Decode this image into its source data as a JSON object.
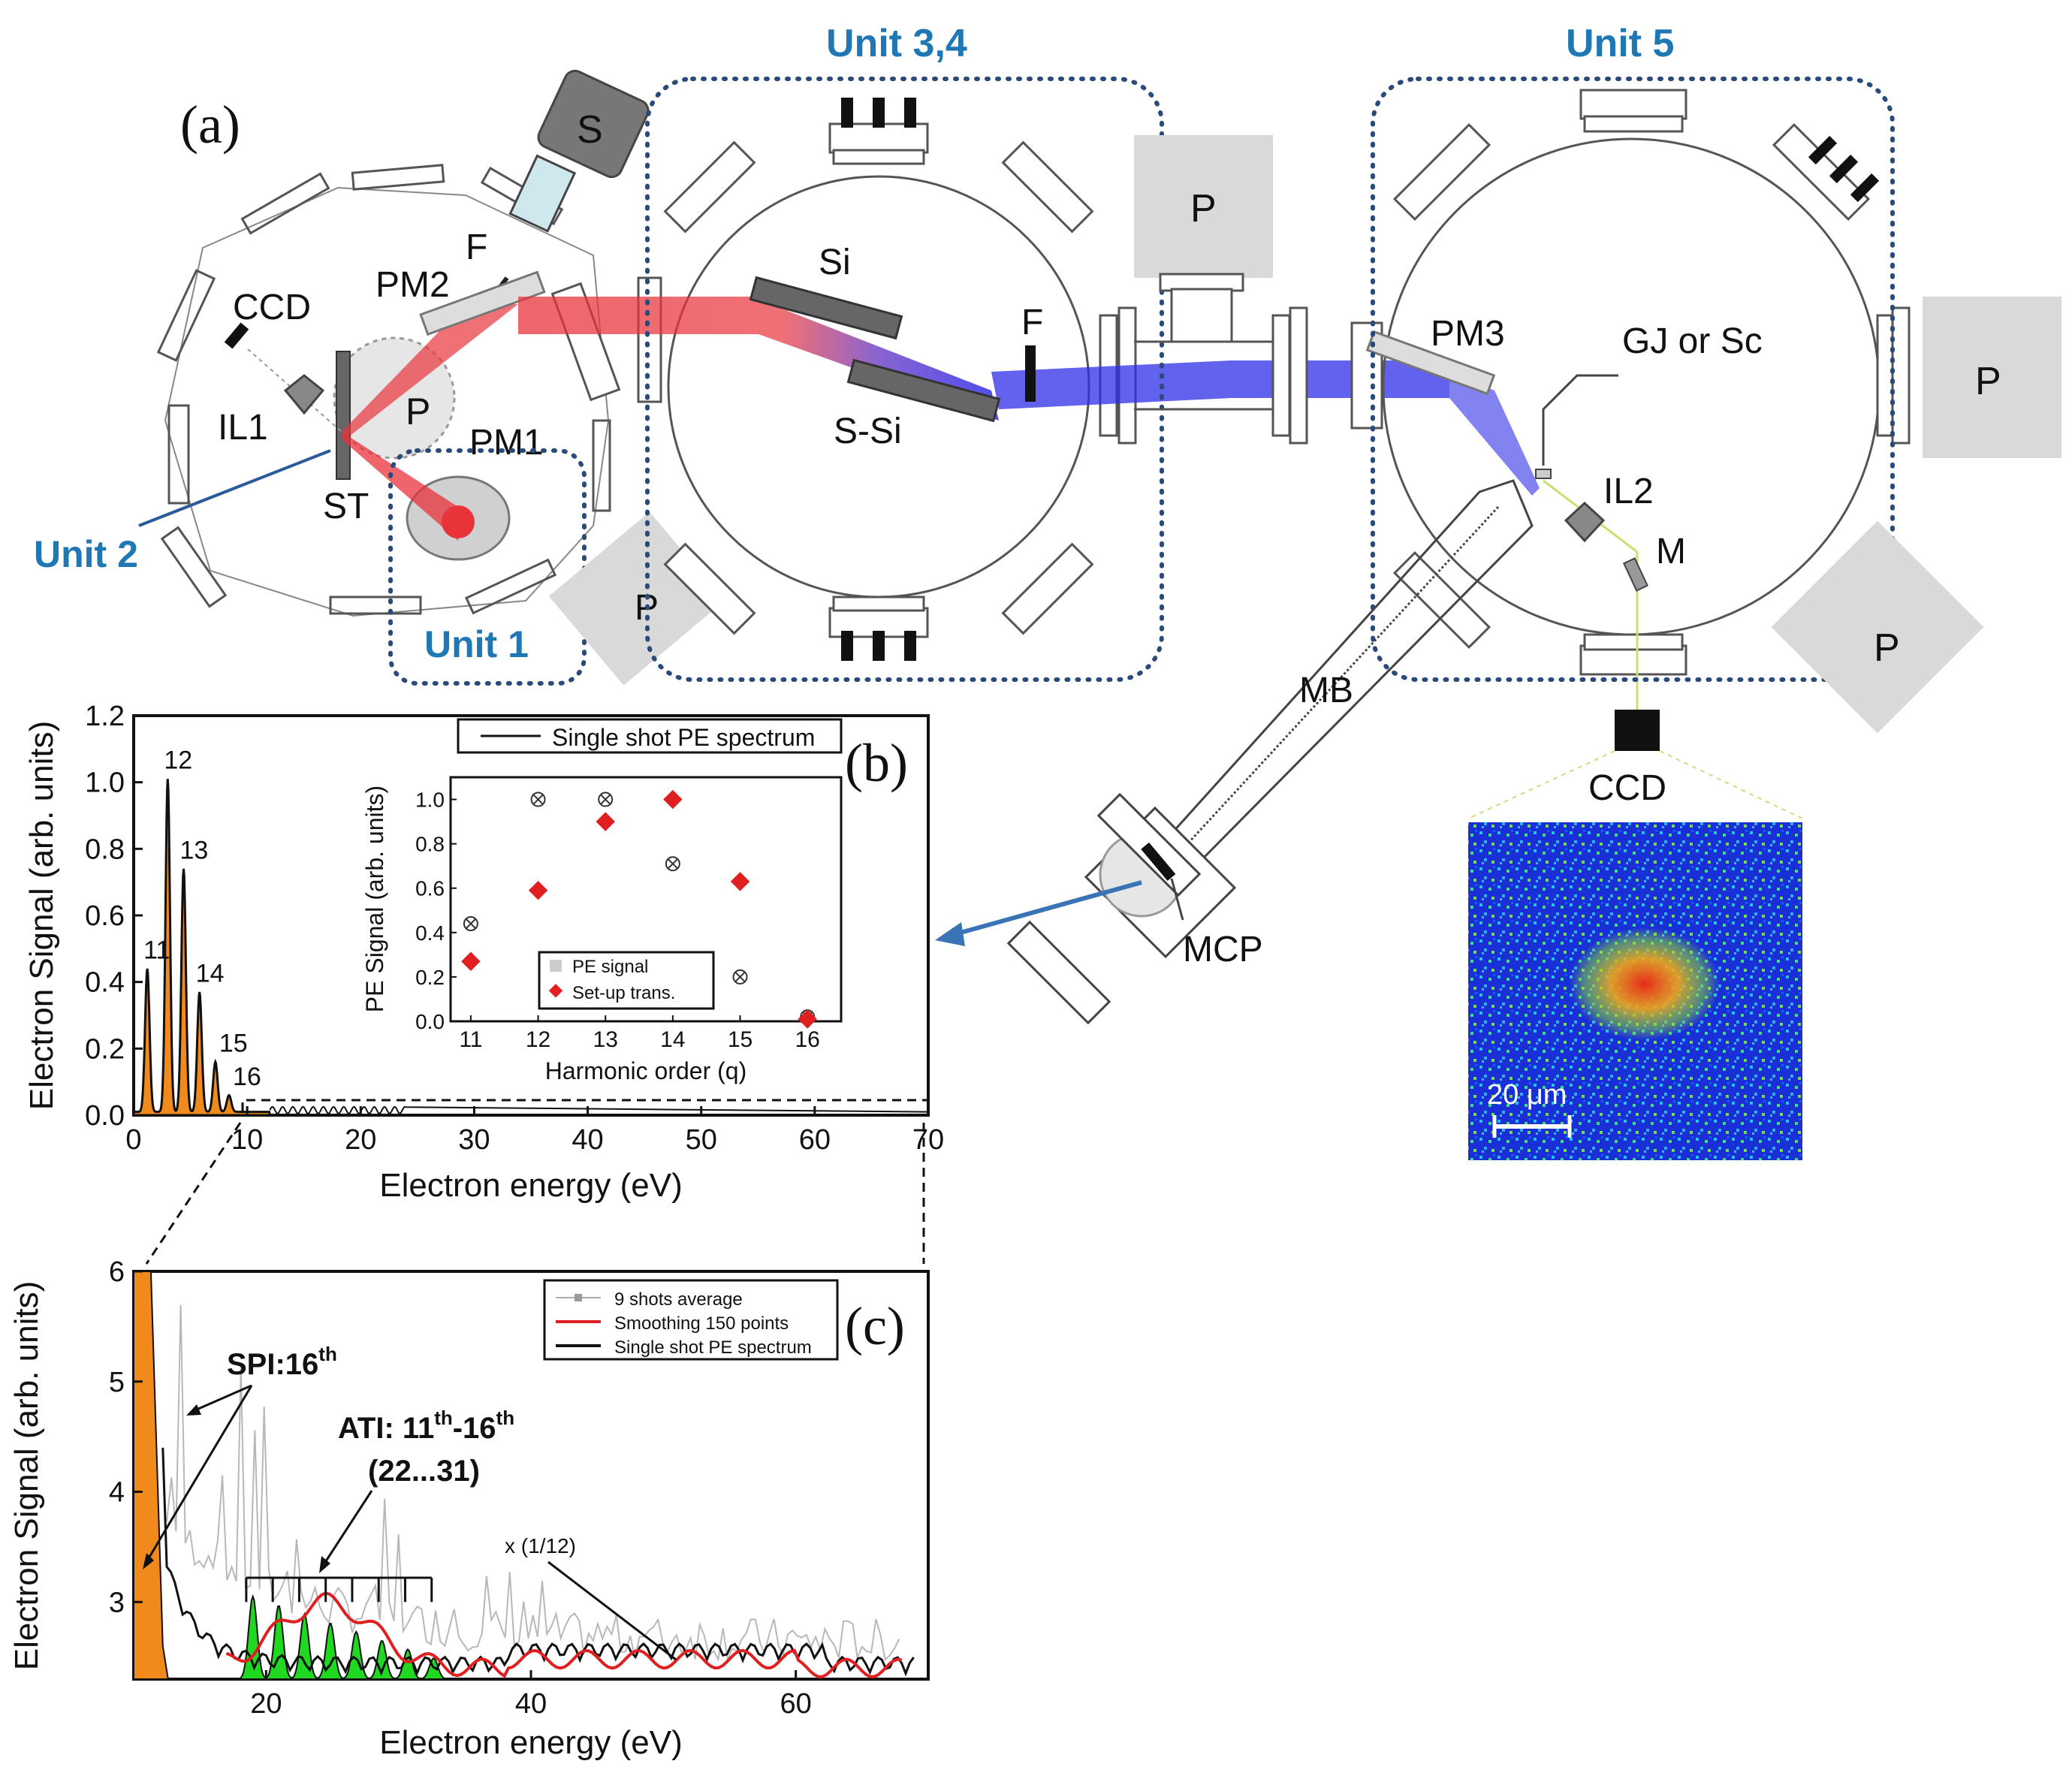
{
  "panel_labels": {
    "a": "(a)",
    "b": "(b)",
    "c": "(c)"
  },
  "units": {
    "u1": "Unit 1",
    "u2": "Unit 2",
    "u34": "Unit 3,4",
    "u5": "Unit 5"
  },
  "components": {
    "S": "S",
    "F1": "F",
    "PM2": "PM2",
    "CCD1": "CCD",
    "IL1": "IL1",
    "P_gen": "P",
    "PM1": "PM1",
    "ST": "ST",
    "P_pump1": "P",
    "Si": "Si",
    "F2": "F",
    "S_Si": "S-Si",
    "P_pump2": "P",
    "PM3": "PM3",
    "GJ": "GJ or Sc",
    "P_pump3": "P",
    "IL2": "IL2",
    "M": "M",
    "P_pump4": "P",
    "MB": "MB",
    "MCP": "MCP",
    "CCD2": "CCD",
    "scale": "20 μm"
  },
  "colors": {
    "ir_beam": "#e8333a",
    "xuv_beam": "#2e2ee8",
    "unit_box": "#2a4a7a",
    "unit_text": "#1f77b4",
    "orange": "#f08a1c",
    "green": "#21d821"
  },
  "chart_data": [
    {
      "id": "b-main",
      "type": "area",
      "xlabel": "Electron energy (eV)",
      "ylabel": "Electron Signal (arb. units)",
      "xlim": [
        0,
        70
      ],
      "ylim": [
        0,
        1.2
      ],
      "xticks": [
        "0",
        "10",
        "20",
        "30",
        "40",
        "50",
        "60",
        "70"
      ],
      "yticks": [
        "0.0",
        "0.2",
        "0.4",
        "0.6",
        "0.8",
        "1.0",
        "1.2"
      ],
      "legend": [
        "Single shot PE spectrum"
      ],
      "peaks": [
        {
          "label": "11",
          "x": 1.2,
          "y": 0.43
        },
        {
          "label": "12",
          "x": 3.0,
          "y": 1.0
        },
        {
          "label": "13",
          "x": 4.4,
          "y": 0.73
        },
        {
          "label": "14",
          "x": 5.8,
          "y": 0.36
        },
        {
          "label": "15",
          "x": 7.2,
          "y": 0.15
        },
        {
          "label": "16",
          "x": 8.4,
          "y": 0.05
        }
      ]
    },
    {
      "id": "b-inset",
      "type": "scatter",
      "xlabel": "Harmonic order (q)",
      "ylabel": "PE Signal (arb. units)",
      "xlim": [
        10.7,
        16.5
      ],
      "ylim": [
        0,
        1.1
      ],
      "xticks": [
        "11",
        "12",
        "13",
        "14",
        "15",
        "16"
      ],
      "yticks": [
        "0.0",
        "0.2",
        "0.4",
        "0.6",
        "0.8",
        "1.0"
      ],
      "series": [
        {
          "name": "PE signal",
          "x": [
            11,
            12,
            13,
            14,
            15,
            16
          ],
          "y": [
            0.44,
            1.0,
            1.0,
            0.71,
            0.2,
            0.02
          ]
        },
        {
          "name": "Set-up trans.",
          "x": [
            11,
            12,
            13,
            14,
            15,
            16
          ],
          "y": [
            0.27,
            0.59,
            0.9,
            1.0,
            0.63,
            0.01
          ]
        }
      ]
    },
    {
      "id": "c",
      "type": "line",
      "xlabel": "Electron energy (eV)",
      "ylabel": "Electron Signal (arb. units)",
      "xlim": [
        10,
        70
      ],
      "ylim": [
        2.3,
        6
      ],
      "xticks": [
        "20",
        "40",
        "60"
      ],
      "yticks": [
        "3",
        "4",
        "5",
        "6"
      ],
      "series": [
        {
          "name": "9 shots average"
        },
        {
          "name": "Smoothing 150 points"
        },
        {
          "name": "Single shot PE spectrum"
        }
      ],
      "annotations": {
        "spi": "SPI:16",
        "spi_sup": "th",
        "ati_pre": "ATI: 11",
        "ati_sup1": "th",
        "ati_mid": "-16",
        "ati_sup2": "th",
        "ati_sub": "(22...31)",
        "scale": "x (1/12)"
      }
    }
  ]
}
